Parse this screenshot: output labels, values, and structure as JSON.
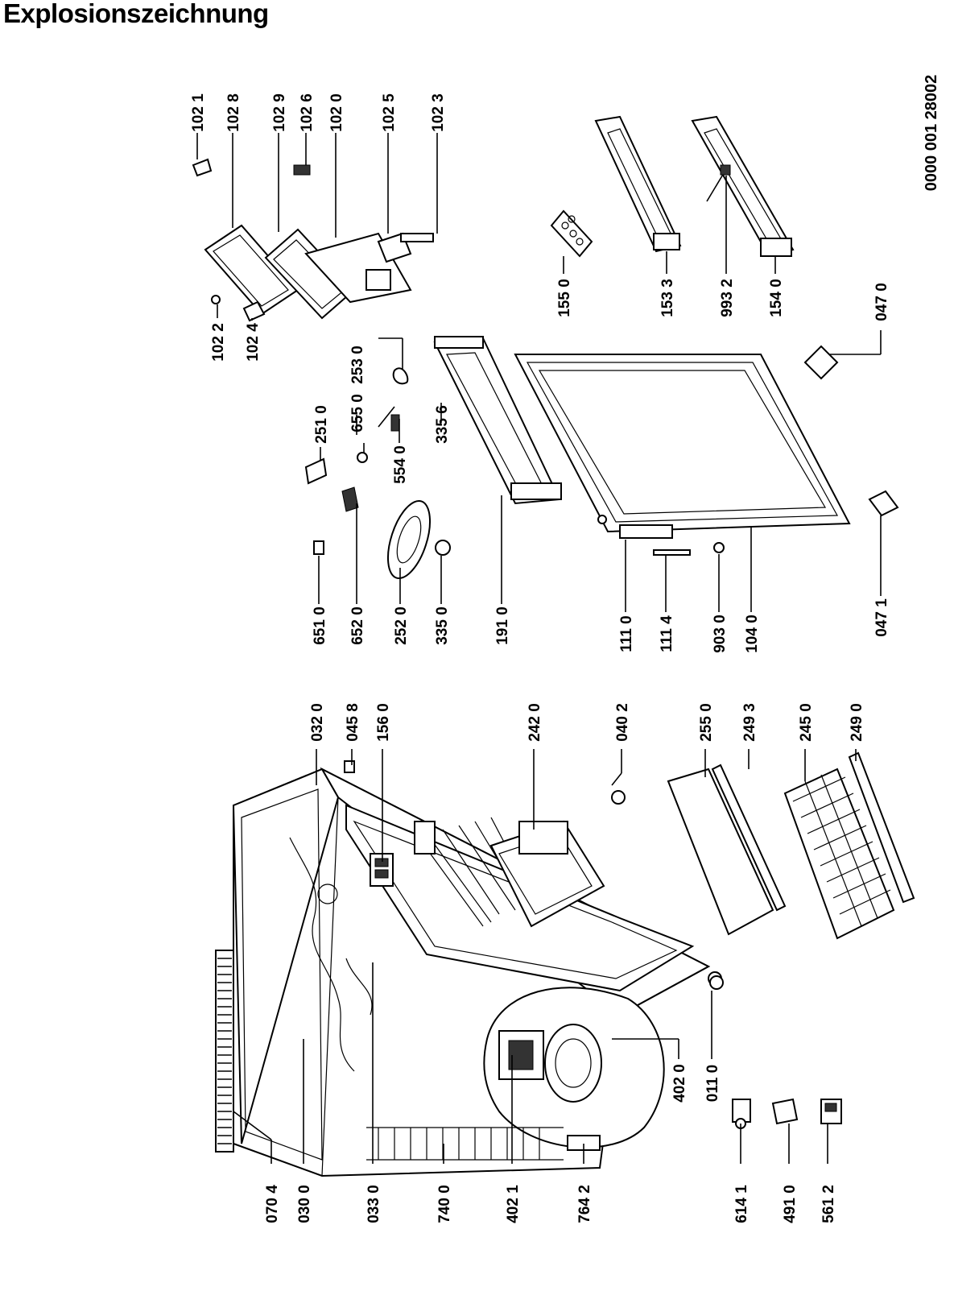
{
  "title": "Explosionszeichnung",
  "document_number": "0000 001 28002",
  "part_labels": {
    "p0704": "070 4",
    "p0300": "030 0",
    "p0330": "033 0",
    "p7400": "740 0",
    "p4021": "402 1",
    "p7642": "764 2",
    "p6141": "614 1",
    "p4910": "491 0",
    "p5612": "561 2",
    "p4020": "402 0",
    "p0110": "011 0",
    "p0320": "032 0",
    "p0458": "045 8",
    "p1560": "156 0",
    "p2420": "242 0",
    "p0402": "040 2",
    "p2550": "255 0",
    "p2493": "249 3",
    "p2450": "245 0",
    "p2490": "249 0",
    "p6510": "651 0",
    "p6520": "652 0",
    "p2520": "252 0",
    "p3350": "335 0",
    "p1910": "191 0",
    "p1110": "111 0",
    "p1114": "111 4",
    "p9030": "903 0",
    "p1040": "104 0",
    "p0471": "047 1",
    "p2510": "251 0",
    "p5540": "554 0",
    "p6550": "655 0",
    "p3356": "335 6",
    "p2530": "253 0",
    "p1022": "102 2",
    "p1024": "102 4",
    "p1021": "102 1",
    "p1028": "102 8",
    "p1029": "102 9",
    "p1026": "102 6",
    "p1020": "102 0",
    "p1025": "102 5",
    "p1023": "102 3",
    "p1550": "155 0",
    "p1533": "153 3",
    "p9932": "993 2",
    "p1540": "154 0",
    "p0470": "047 0"
  }
}
